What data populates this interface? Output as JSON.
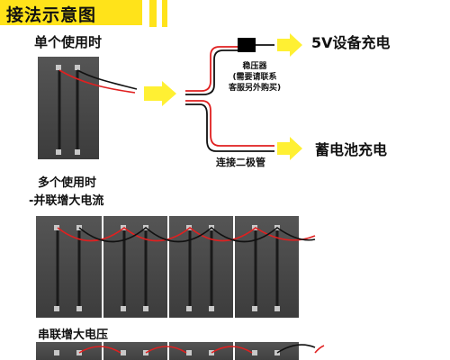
{
  "title": "接法示意图",
  "sections": {
    "single": "单个使用时",
    "multi": "多个使用时",
    "parallel": "-并联增大电流",
    "series": "串联增大电压"
  },
  "outputs": {
    "device_5v": "5V设备充电",
    "battery": "蓄电池充电"
  },
  "regulator": {
    "line1": "稳压器",
    "line2": "(需要请联系",
    "line3": "客服另外购买)"
  },
  "diode": "连接二极管",
  "colors": {
    "banner": "#ffe31a",
    "arrow": "#fff033",
    "panel": "#4a4a4a",
    "wire_red": "#e02020",
    "wire_black": "#111111"
  }
}
